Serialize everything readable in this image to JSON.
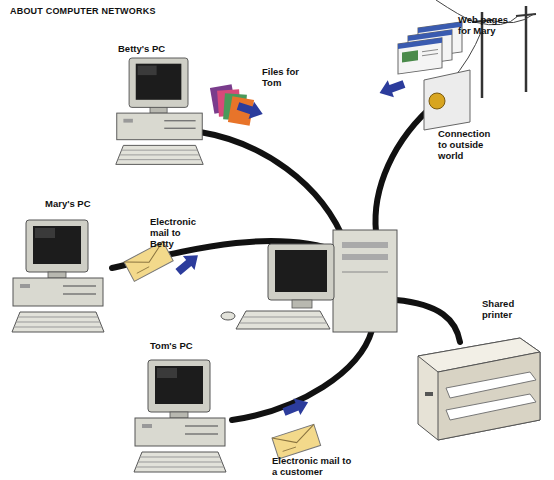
{
  "diagram": {
    "title": "ABOUT COMPUTER NETWORKS",
    "nodes": [
      {
        "text": [
          "Betty's PC"
        ]
      },
      {
        "text": [
          "Connection to outside world"
        ]
      },
      {
        "text": [
          "Mary's PC"
        ]
      },
      {
        "text": [
          "Shared printer"
        ]
      },
      {
        "text": [
          "Tom's PC"
        ]
      }
    ],
    "labels": [
      "Web pages for Mary",
      "Files for Tom",
      "Electronic mail to Betty",
      "Electronic mail to a customer"
    ]
  }
}
